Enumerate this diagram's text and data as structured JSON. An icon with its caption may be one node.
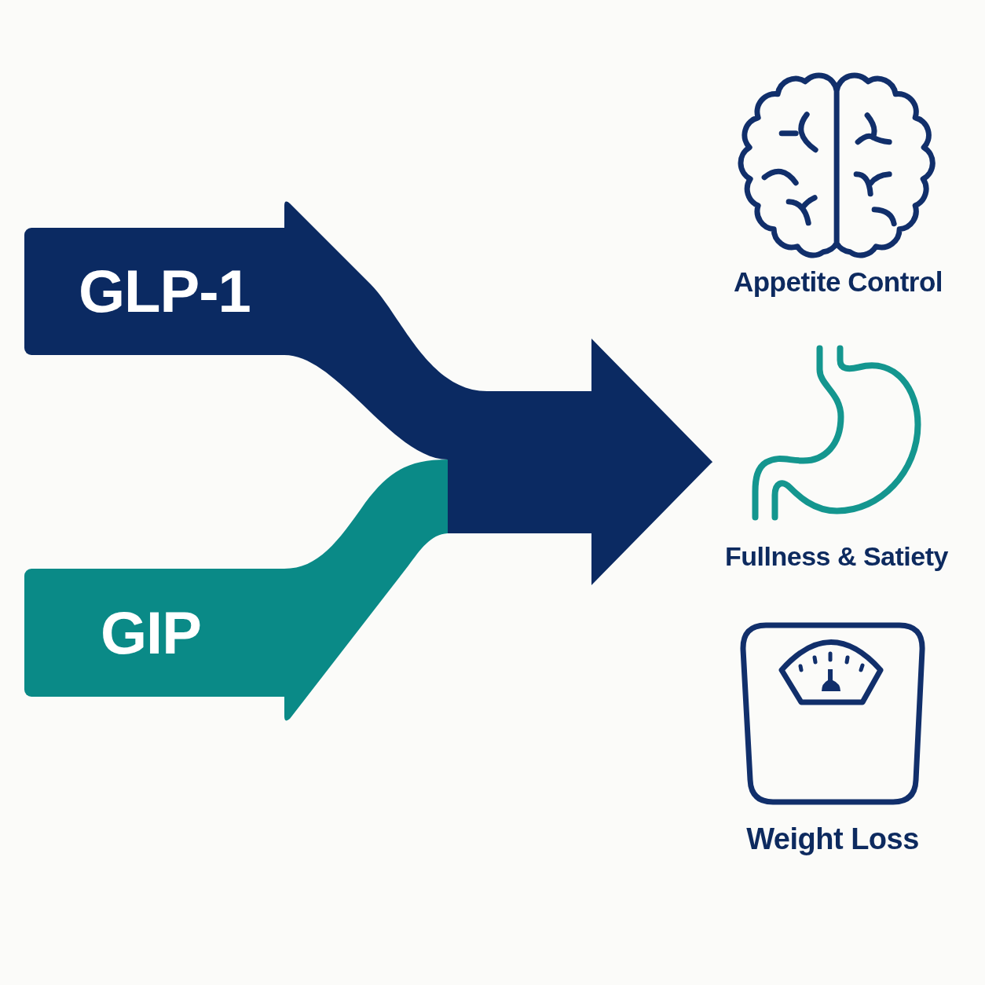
{
  "diagram": {
    "nodes": [
      {
        "text": [
          "GLP-1"
        ]
      },
      {
        "text": [
          "GIP"
        ]
      },
      {
        "text": [
          "Appetite Control"
        ]
      },
      {
        "text": [
          "Fullness & Satiety"
        ]
      },
      {
        "text": [
          "Weight Loss"
        ]
      }
    ],
    "edges": [
      {
        "from": 0,
        "to": 3,
        "arrow": "to"
      },
      {
        "from": 1,
        "to": 3,
        "arrow": "to",
        "color": "#0a8a87"
      }
    ]
  }
}
